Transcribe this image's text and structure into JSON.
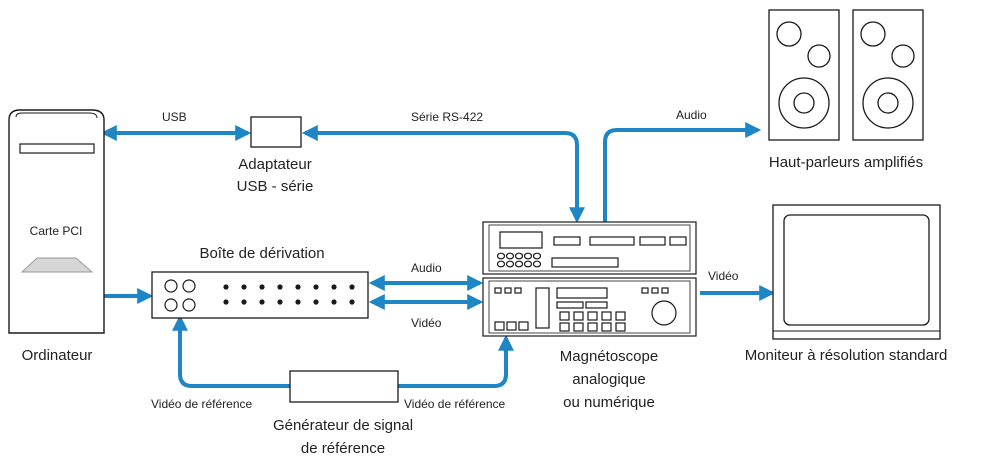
{
  "colors": {
    "cable": "#1f86c6",
    "device_stroke": "#1a1a1a",
    "text": "#222222"
  },
  "devices": {
    "computer": {
      "name": "Ordinateur",
      "card": "Carte PCI"
    },
    "usb_adapter": {
      "line1": "Adaptateur",
      "line2": "USB - série"
    },
    "breakout_box": {
      "name": "Boîte de dérivation"
    },
    "vtr": {
      "line1": "Magnétoscope",
      "line2": "analogique",
      "line3": "ou numérique"
    },
    "speakers": {
      "name": "Haut-parleurs amplifiés"
    },
    "monitor": {
      "name": "Moniteur à résolution standard"
    },
    "sync_generator": {
      "line1": "Générateur de signal",
      "line2": "de référence"
    }
  },
  "connections": {
    "usb": "USB",
    "serial": "Série RS-422",
    "audio_out": "Audio",
    "audio_vtr": "Audio",
    "video_vtr": "Vidéo",
    "video_monitor": "Vidéo",
    "ref_left": "Vidéo de référence",
    "ref_right": "Vidéo de référence"
  }
}
